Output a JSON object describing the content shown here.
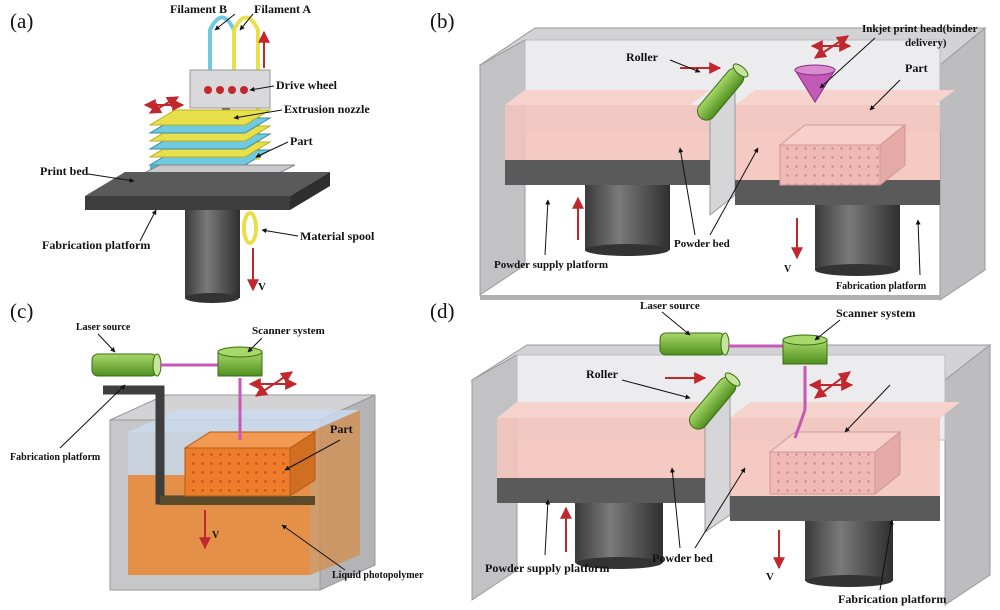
{
  "panels": {
    "a": {
      "tag": "(a)",
      "labels": {
        "filament_b": "Filament B",
        "filament_a": "Filament A",
        "drive_wheel": "Drive wheel",
        "extrusion_nozzle": "Extrusion nozzle",
        "part": "Part",
        "print_bed": "Print bed",
        "fabrication_platform": "Fabrication platform",
        "material_spool": "Material spool",
        "v": "V"
      }
    },
    "b": {
      "tag": "(b)",
      "labels": {
        "roller": "Roller",
        "inkjet_line1": "Inkjet print head(binder",
        "inkjet_line2": "delivery)",
        "part": "Part",
        "powder_bed": "Powder bed",
        "powder_supply_platform": "Powder supply platform",
        "fabrication_platform": "Fabrication platform",
        "v": "V"
      }
    },
    "c": {
      "tag": "(c)",
      "labels": {
        "laser_source": "Laser source",
        "scanner_system": "Scanner system",
        "part": "Part",
        "fabrication_platform": "Fabrication platform",
        "liquid_photopolymer": "Liquid photopolymer",
        "v": "V"
      }
    },
    "d": {
      "tag": "(d)",
      "labels": {
        "laser_source": "Laser source",
        "scanner_system": "Scanner system",
        "roller": "Roller",
        "powder_bed": "Powder bed",
        "powder_supply_platform": "Powder supply platform",
        "fabrication_platform": "Fabrication platform",
        "v": "V"
      }
    }
  },
  "colors": {
    "filament_a": "#e8e04a",
    "filament_b": "#6fc9e0",
    "powder": "#f3c4bc",
    "resin": "#e88a3a",
    "roller": "#8cc63f",
    "arrow": "#c0282d",
    "laser_beam": "#c45ab8",
    "platform": "#4a4a4a"
  }
}
